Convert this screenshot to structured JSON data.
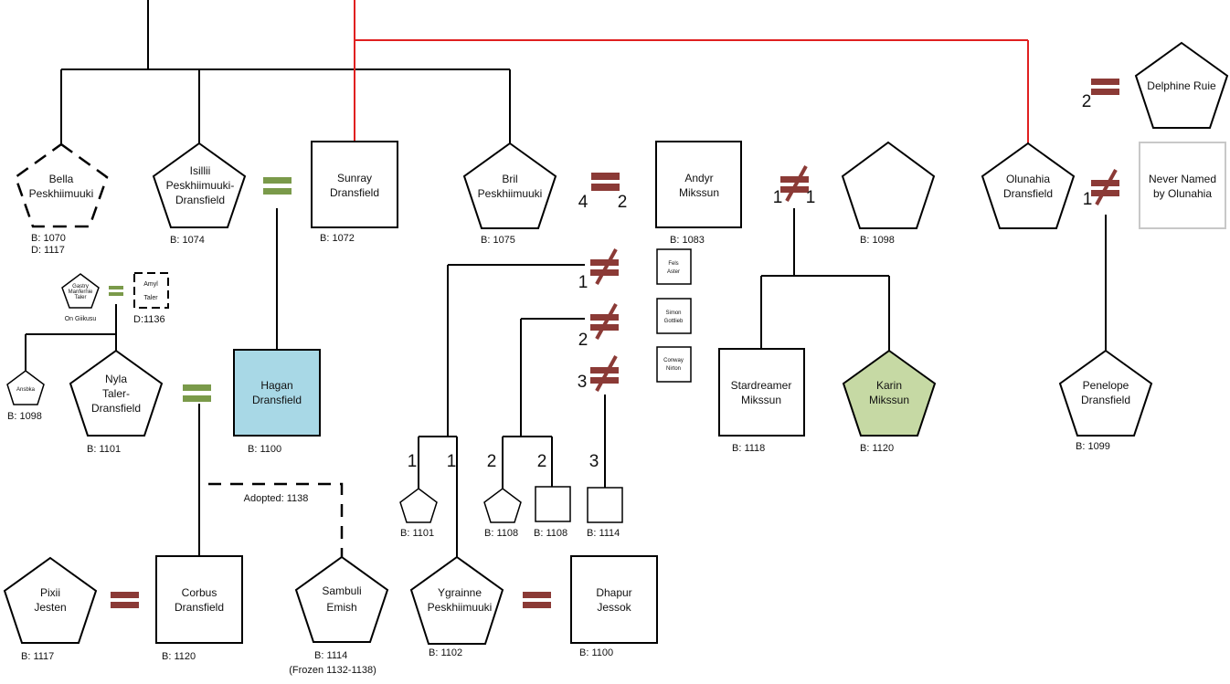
{
  "colors": {
    "line": "#000000",
    "bloodline": "#e02020",
    "marriage_red": "#8b3a36",
    "marriage_green": "#7a9a4a",
    "hagan_fill": "#a8d8e6",
    "karin_fill": "#c6d9a4",
    "ghost_border": "#c8c8c8"
  },
  "people": {
    "bella": {
      "name": [
        "Bella",
        "Peskhiimuuki"
      ],
      "born": "B: 1070",
      "died": "D: 1117"
    },
    "isillii": {
      "name": [
        "Isillii",
        "Peskhiimuuki-",
        "Dransfield"
      ],
      "born": "B: 1074"
    },
    "sunray": {
      "name": [
        "Sunray",
        "Dransfield"
      ],
      "born": "B: 1072"
    },
    "bril": {
      "name": [
        "Bril",
        "Peskhiimuuki"
      ],
      "born": "B: 1075"
    },
    "andyr": {
      "name": [
        "Andyr",
        "Mikssun"
      ],
      "born": "B: 1083"
    },
    "unnamed_1098": {
      "name": [],
      "born": "B: 1098"
    },
    "olunahia": {
      "name": [
        "Olunahia",
        "Dransfield"
      ]
    },
    "delphine": {
      "name": [
        "Delphine Ruie"
      ]
    },
    "never_named": {
      "name": [
        "Never Named",
        "by Olunahia"
      ]
    },
    "gastry": {
      "name": [
        "Gastry",
        "Manfernie",
        "Taler"
      ],
      "note": "On Giikusu"
    },
    "amyl": {
      "name": [
        "Amyl",
        "Taler"
      ],
      "died": "D:1136"
    },
    "ansbka": {
      "name": [
        "Ansbka"
      ],
      "born": "B: 1098"
    },
    "nyla": {
      "name": [
        "Nyla",
        "Taler-",
        "Dransfield"
      ],
      "born": "B: 1101"
    },
    "hagan": {
      "name": [
        "Hagan",
        "Dransfield"
      ],
      "born": "B: 1100"
    },
    "fels": {
      "name": [
        "Fels",
        "Aster"
      ]
    },
    "simon": {
      "name": [
        "Simon",
        "Gottlieb"
      ]
    },
    "conway": {
      "name": [
        "Conway",
        "Nirton"
      ]
    },
    "stardreamer": {
      "name": [
        "Stardreamer",
        "Mikssun"
      ],
      "born": "B: 1118"
    },
    "karin": {
      "name": [
        "Karin",
        "Mikssun"
      ],
      "born": "B: 1120"
    },
    "penelope": {
      "name": [
        "Penelope",
        "Dransfield"
      ],
      "born": "B: 1099"
    },
    "child_1101": {
      "born": "B: 1101"
    },
    "child_1108a": {
      "born": "B: 1108"
    },
    "child_1108b": {
      "born": "B: 1108"
    },
    "child_1114": {
      "born": "B: 1114"
    },
    "pixii": {
      "name": [
        "Pixii",
        "Jesten"
      ],
      "born": "B: 1117"
    },
    "corbus": {
      "name": [
        "Corbus",
        "Dransfield"
      ],
      "born": "B: 1120"
    },
    "sambuli": {
      "name": [
        "Sambuli",
        "Emish"
      ],
      "born": "B: 1114",
      "note": "(Frozen 1132-1138)"
    },
    "ygrainne": {
      "name": [
        "Ygrainne",
        "Peskhiimuuki"
      ],
      "born": "B: 1102"
    },
    "dhapur": {
      "name": [
        "Dhapur",
        "Jessok"
      ],
      "born": "B: 1100"
    }
  },
  "labels": {
    "adopted": "Adopted: 1138",
    "bril_union_left": "4",
    "bril_union_right": "2",
    "andyr_div_left": "1",
    "andyr_div_right": "1",
    "olunahia_div": "1",
    "delphine_union": "2",
    "bril_div_1": "1",
    "bril_div_2": "2",
    "bril_div_3": "3",
    "line_1a": "1",
    "line_1b": "1",
    "line_2a": "2",
    "line_2b": "2",
    "line_3": "3"
  }
}
